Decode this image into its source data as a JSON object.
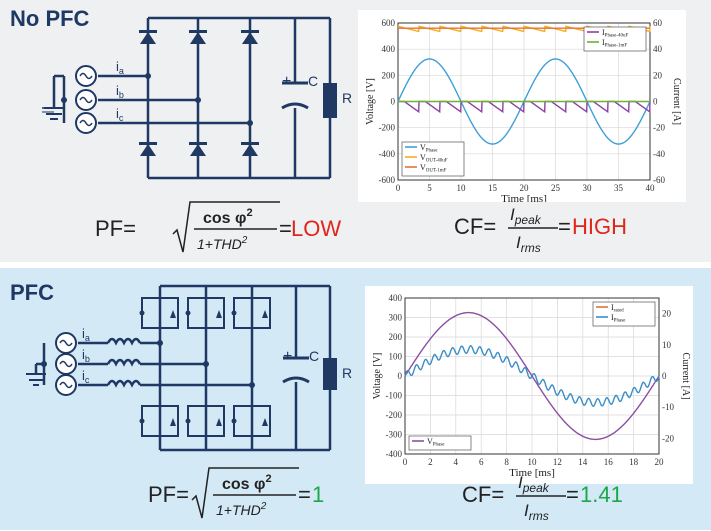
{
  "top": {
    "title": "No PFC",
    "currents": [
      "i",
      "i",
      "i"
    ],
    "current_subs": [
      "a",
      "b",
      "c"
    ],
    "cap_label": "C",
    "cap_plus": "+",
    "res_label": "R",
    "pf_lhs": "PF=",
    "pf_num": "cos φ",
    "pf_num_exp": "2",
    "pf_den": "1+THD",
    "pf_den_exp": "2",
    "pf_eq": "=",
    "pf_result": "LOW",
    "cf_lhs": "CF=",
    "cf_num": "I",
    "cf_num_sub": "peak",
    "cf_den": "I",
    "cf_den_sub": "rms",
    "cf_eq": "=",
    "cf_result": "HIGH",
    "result_color": "#e0261b"
  },
  "bottom": {
    "title": "PFC",
    "currents": [
      "i",
      "i",
      "i"
    ],
    "current_subs": [
      "a",
      "b",
      "c"
    ],
    "cap_label": "C",
    "cap_plus": "+",
    "res_label": "R",
    "pf_lhs": "PF=",
    "pf_num": "cos φ",
    "pf_num_exp": "2",
    "pf_den": "1+THD",
    "pf_den_exp": "2",
    "pf_eq": "=",
    "pf_result": "1",
    "cf_lhs": "CF=",
    "cf_num": "I",
    "cf_num_sub": "peak",
    "cf_den": "I",
    "cf_den_sub": "rms",
    "cf_eq": "=",
    "cf_result": "1.41",
    "result_color": "#1ea64a"
  },
  "chart_data": [
    {
      "type": "line",
      "xlabel": "Time [ms]",
      "ylabel": "Voltage [V]",
      "y2label": "Current [A]",
      "xlim": [
        0,
        40
      ],
      "ylim": [
        -600,
        600
      ],
      "y2lim": [
        -60,
        60
      ],
      "xticks": [
        0,
        5,
        10,
        15,
        20,
        25,
        30,
        35,
        40
      ],
      "yticks": [
        -600,
        -400,
        -200,
        0,
        200,
        400,
        600
      ],
      "y2ticks": [
        -60,
        -40,
        -20,
        0,
        20,
        40,
        60
      ],
      "grid": true,
      "series": [
        {
          "name": "V",
          "sub": "Phase",
          "axis": "left",
          "color": "#3fa0d8",
          "kind": "sine",
          "amplitude": 325,
          "freq_hz": 50
        },
        {
          "name": "V",
          "sub": "OUT-40uF",
          "axis": "left",
          "color": "#f2b01e",
          "kind": "ripple",
          "level": 555,
          "ripple": 20
        },
        {
          "name": "V",
          "sub": "OUT-1mF",
          "axis": "left",
          "color": "#e5733a",
          "kind": "flat",
          "level": 560
        },
        {
          "name": "I",
          "sub": "Phase-40uF",
          "axis": "right",
          "color": "#8d3fa8",
          "kind": "pulse",
          "peak": 8
        },
        {
          "name": "I",
          "sub": "Phase-1mF",
          "axis": "right",
          "color": "#6ab42e",
          "kind": "spike",
          "peak": 45
        }
      ],
      "legend": [
        {
          "position": "bottom-left",
          "entries": [
            0,
            1,
            2
          ]
        },
        {
          "position": "top-right",
          "entries": [
            3,
            4
          ]
        }
      ]
    },
    {
      "type": "line",
      "xlabel": "Time [ms]",
      "ylabel": "Voltage [V]",
      "y2label": "Current [A]",
      "xlim": [
        0,
        20
      ],
      "ylim": [
        -400,
        400
      ],
      "y2lim": [
        -25,
        25
      ],
      "xticks": [
        0,
        2,
        4,
        6,
        8,
        10,
        12,
        14,
        16,
        18,
        20
      ],
      "yticks": [
        -400,
        -300,
        -200,
        -100,
        0,
        100,
        200,
        300,
        400
      ],
      "y2ticks": [
        -20,
        -10,
        0,
        10,
        20
      ],
      "grid": true,
      "series": [
        {
          "name": "V",
          "sub": "Phase",
          "axis": "left",
          "color": "#8d4fa3",
          "kind": "sine",
          "amplitude": 325,
          "freq_hz": 50
        },
        {
          "name": "I",
          "sub": "Phase",
          "axis": "right",
          "color": "#3b8ec6",
          "kind": "sine-ripple",
          "amplitude": 8.5,
          "freq_hz": 50,
          "ripple": 1.2
        },
        {
          "name": "I",
          "sub": "rated",
          "axis": "right",
          "color": "#e5733a",
          "kind": "sine",
          "amplitude": 8.5,
          "freq_hz": 50
        }
      ],
      "legend": [
        {
          "position": "bottom-left",
          "entries": [
            0
          ]
        },
        {
          "position": "top-right",
          "entries": [
            2,
            1
          ]
        }
      ]
    }
  ]
}
